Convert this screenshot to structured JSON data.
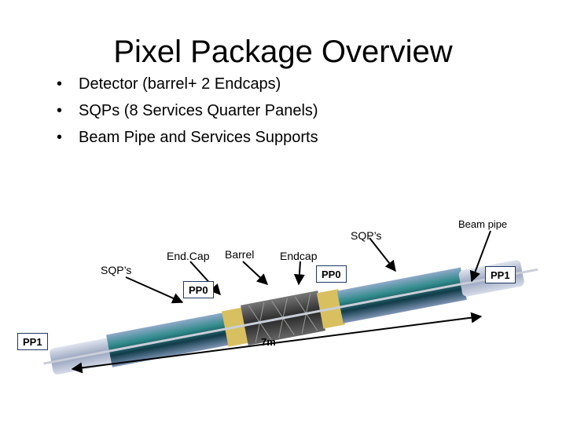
{
  "title": "Pixel Package Overview",
  "bullets": [
    "Detector (barrel+ 2 Endcaps)",
    "SQPs (8 Services Quarter Panels)",
    "Beam Pipe and Services Supports"
  ],
  "labels": {
    "sqp_left": "SQP’s",
    "endcap_left": "End.Cap",
    "barrel": "Barrel",
    "endcap_right": "Endcap",
    "sqp_right": "SQP’s",
    "beam_pipe": "Beam pipe",
    "length": "7m"
  },
  "boxes": {
    "pp0_left": "PP0",
    "pp0_right": "PP0",
    "pp1_left": "PP1",
    "pp1_right": "PP1"
  },
  "colors": {
    "panel_teal": "#2f8a8a",
    "panel_dark": "#123c4a",
    "barrel_dark": "#3a3a3a",
    "endcap_gold": "#d8c060",
    "end_grey": "#b9bfd0",
    "box_border": "#203864"
  }
}
